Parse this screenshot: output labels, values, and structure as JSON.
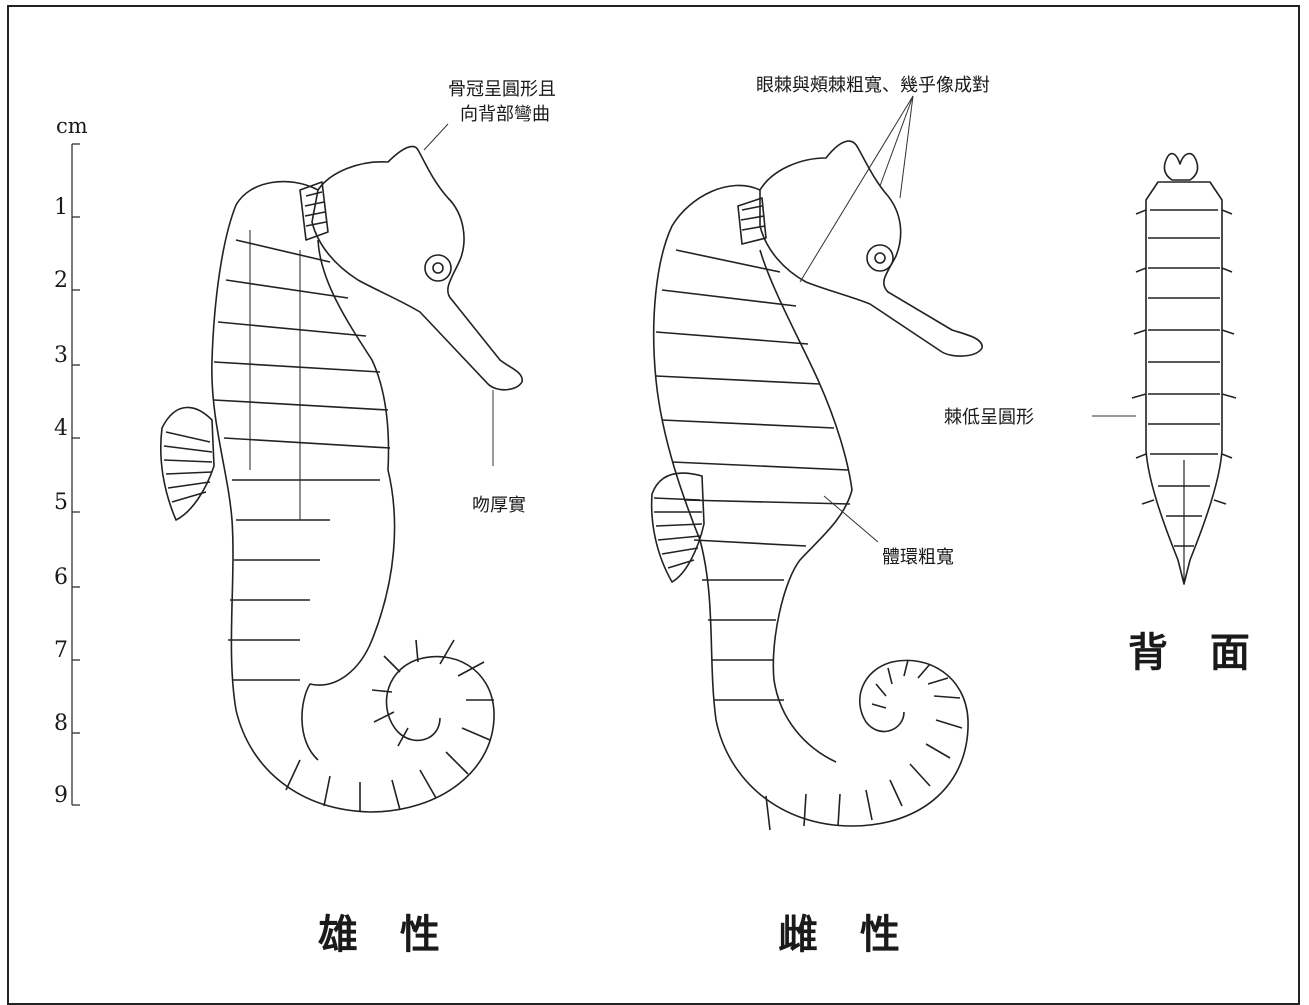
{
  "scale": {
    "unit": "cm",
    "ticks": [
      "1",
      "2",
      "3",
      "4",
      "5",
      "6",
      "7",
      "8",
      "9"
    ]
  },
  "labels": {
    "male": "雄 性",
    "female": "雌 性",
    "dorsal": "背 面"
  },
  "annotations": {
    "crest_line1": "骨冠呈圓形且",
    "crest_line2": "向背部彎曲",
    "snout": "吻厚實",
    "spines": "眼棘與頰棘粗寬、幾乎像成對",
    "body_rings": "體環粗寬",
    "low_spines": "棘低呈圓形"
  }
}
